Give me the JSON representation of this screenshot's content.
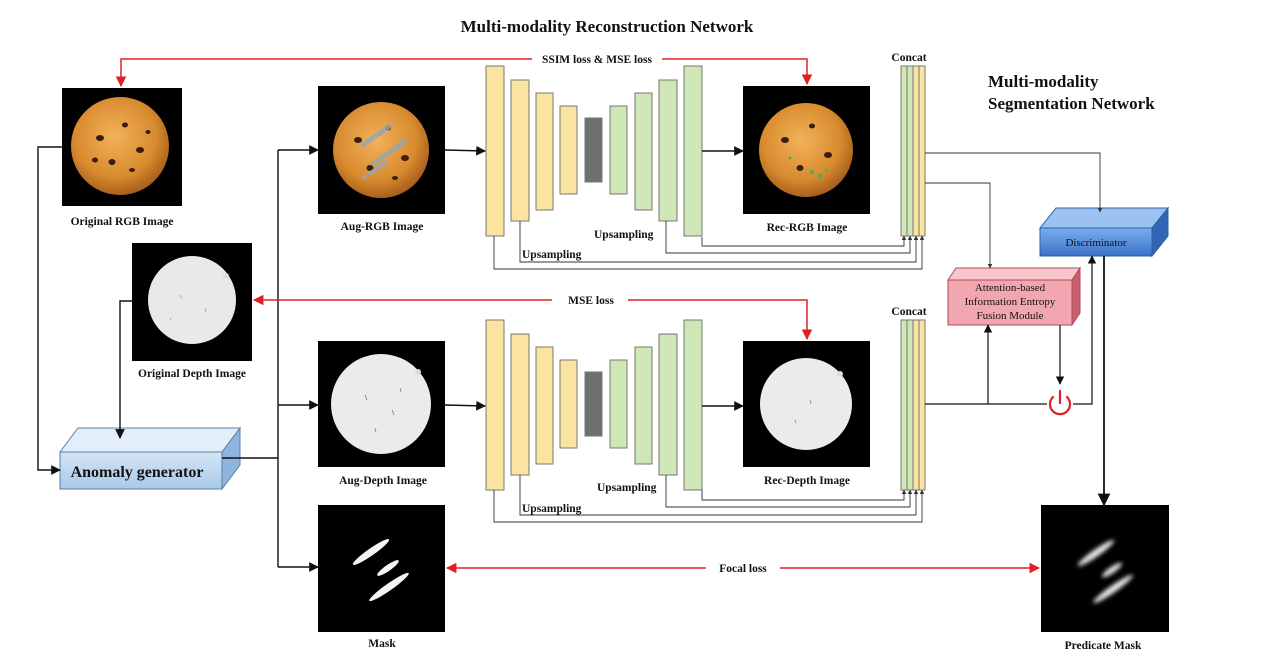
{
  "titles": {
    "reconstruction": "Multi-modality Reconstruction Network",
    "segmentation_line1": "Multi-modality",
    "segmentation_line2": "Segmentation Network"
  },
  "images": {
    "original_rgb": "Original RGB Image",
    "original_depth": "Original Depth Image",
    "aug_rgb": "Aug-RGB Image",
    "aug_depth": "Aug-Depth Image",
    "rec_rgb": "Rec-RGB Image",
    "rec_depth": "Rec-Depth Image",
    "mask": "Mask",
    "predicate_mask": "Predicate Mask"
  },
  "modules": {
    "anomaly_generator": "Anomaly generator",
    "discriminator": "Discriminator",
    "fusion_line1": "Attention-based",
    "fusion_line2": "Information Entropy",
    "fusion_line3": "Fusion Module"
  },
  "losses": {
    "ssim_mse": "SSIM loss & MSE loss",
    "mse": "MSE loss",
    "focal": "Focal loss"
  },
  "labels": {
    "upsampling": "Upsampling",
    "concat": "Concat"
  },
  "colors": {
    "encoder": "#fbe4a0",
    "decoder": "#cfe6b6",
    "bottleneck": "#6f6f6f",
    "loss_arrow": "#e02020",
    "anomaly_box": "#bdd7ee",
    "discriminator_box": "#4a86d8",
    "fusion_box": "#f2a7b0"
  },
  "icons": [
    "power-icon"
  ]
}
